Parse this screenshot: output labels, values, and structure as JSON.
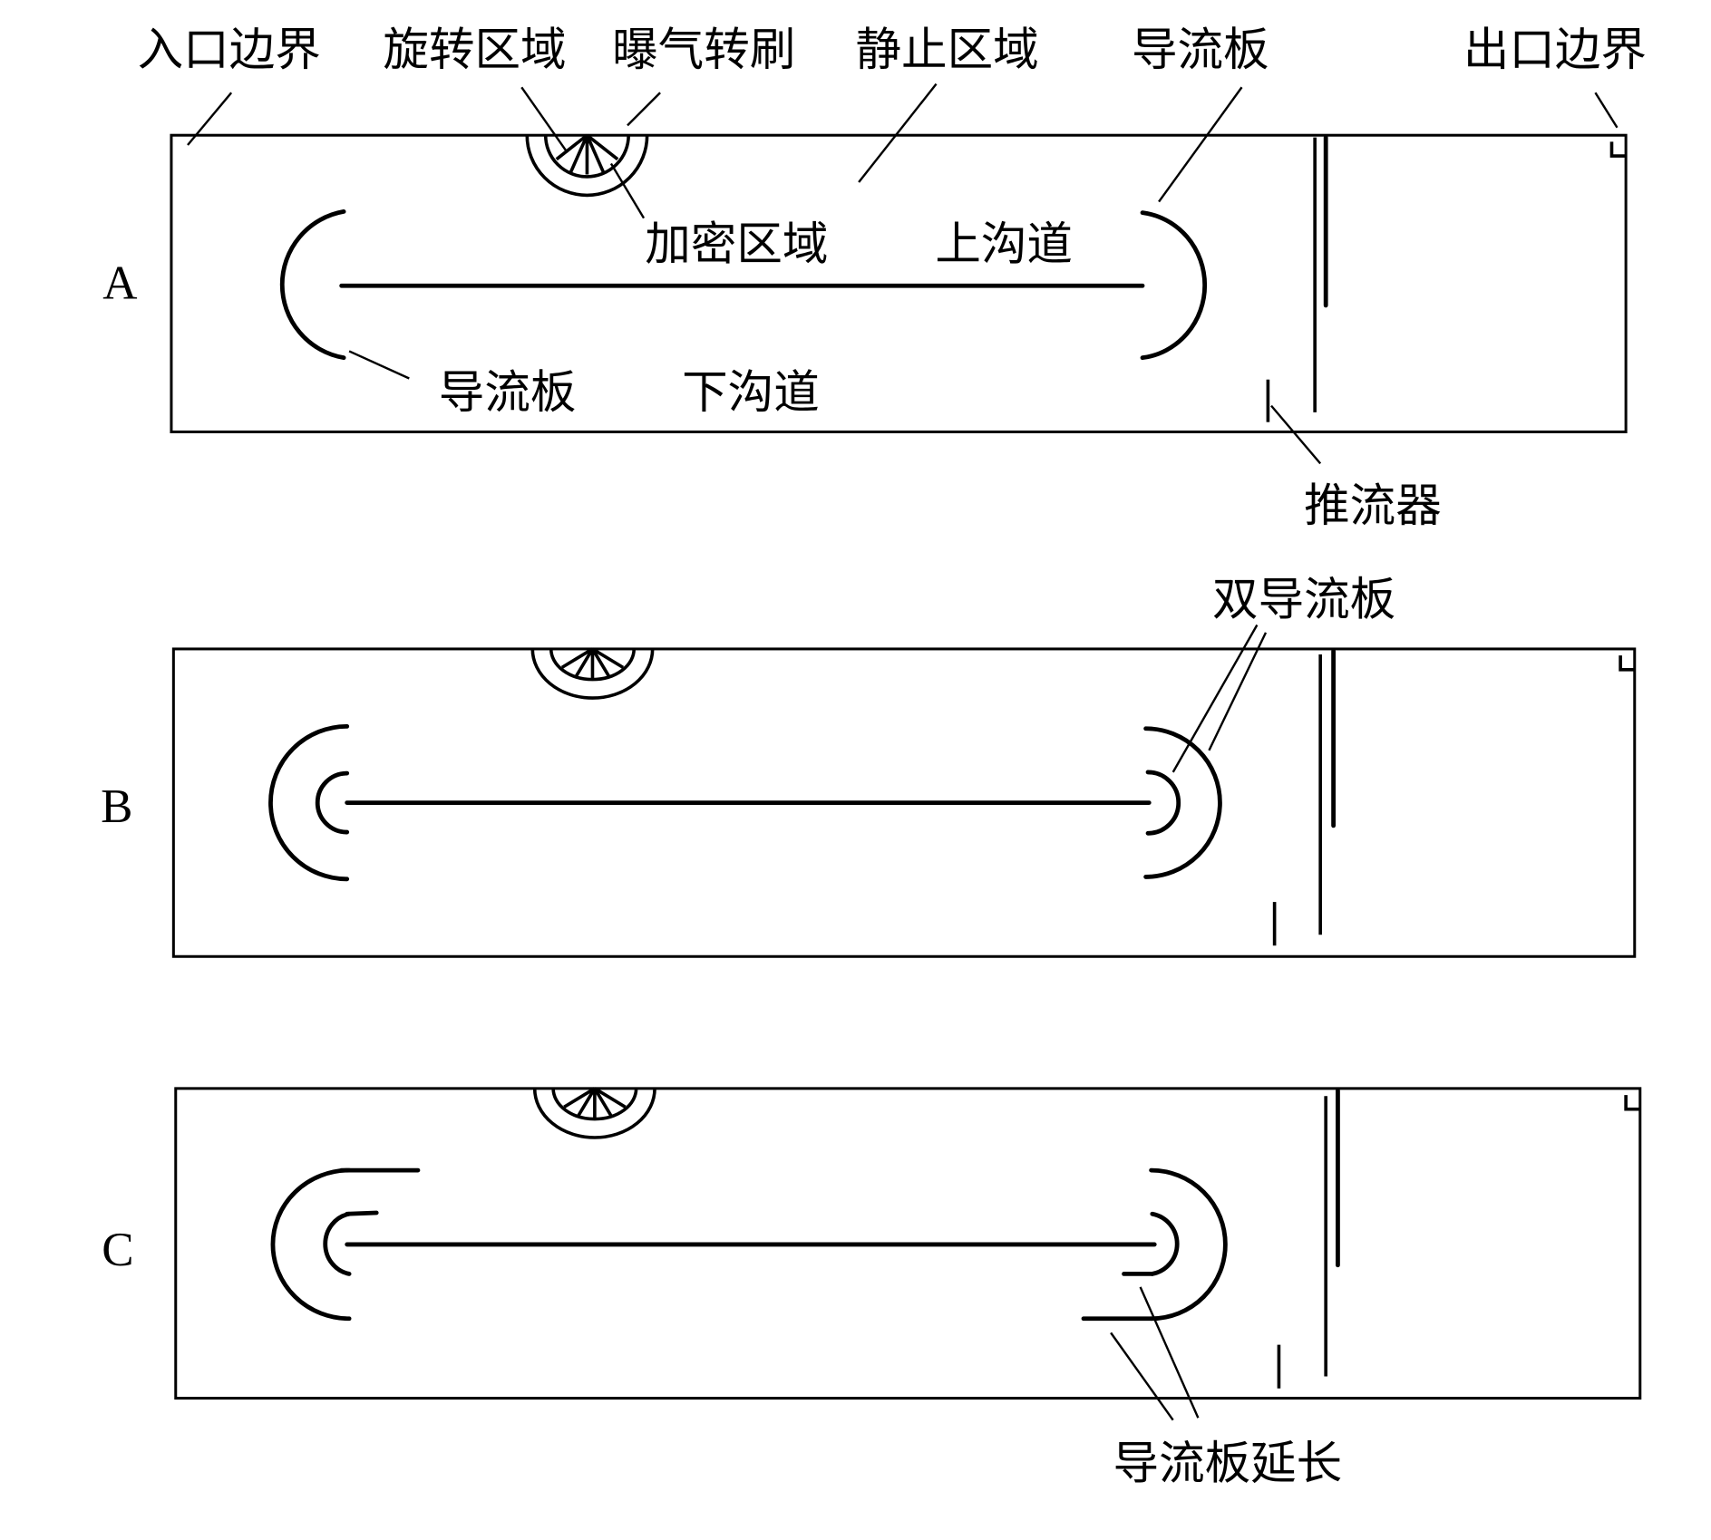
{
  "panels": [
    {
      "id": "A",
      "label": "A"
    },
    {
      "id": "B",
      "label": "B"
    },
    {
      "id": "C",
      "label": "C"
    }
  ],
  "annotations": {
    "inlet_boundary": "入口边界",
    "rotating_zone": "旋转区域",
    "aeration_rotor": "曝气转刷",
    "static_zone": "静止区域",
    "baffle_top": "导流板",
    "outlet_boundary": "出口边界",
    "refined_zone": "加密区域",
    "upper_channel": "上沟道",
    "baffle_bottom": "导流板",
    "lower_channel": "下沟道",
    "pusher": "推流器",
    "double_baffle": "双导流板",
    "baffle_extension": "导流板延长"
  },
  "colors": {
    "stroke": "#000000",
    "background": "#ffffff"
  }
}
